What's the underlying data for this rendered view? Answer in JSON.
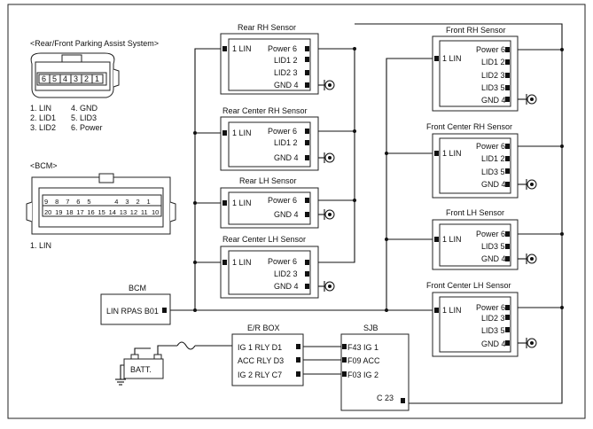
{
  "connector_legend": {
    "title": "<Rear/Front Parking Assist System>",
    "pins": [
      "6",
      "5",
      "4",
      "3",
      "2",
      "1"
    ],
    "items": [
      "1. LIN",
      "2. LID1",
      "3. LID2",
      "4. GND",
      "5. LID3",
      "6. Power"
    ]
  },
  "bcm_legend": {
    "title": "<BCM>",
    "top_pins": [
      "9",
      "8",
      "7",
      "6",
      "5",
      "",
      "4",
      "3",
      "2",
      "1"
    ],
    "bottom_pins": [
      "20",
      "19",
      "18",
      "17",
      "16",
      "15",
      "14",
      "13",
      "12",
      "11",
      "10"
    ],
    "items": [
      "1. LIN"
    ]
  },
  "sensors": {
    "rear_rh": {
      "title": "Rear RH Sensor",
      "left": "1 LIN",
      "pins": [
        "Power 6",
        "LID1 2",
        "LID2 3",
        "GND 4"
      ]
    },
    "rear_center_rh": {
      "title": "Rear Center RH Sensor",
      "left": "1 LIN",
      "pins": [
        "Power 6",
        "LID1 2",
        "GND 4"
      ]
    },
    "rear_lh": {
      "title": "Rear LH Sensor",
      "left": "1 LIN",
      "pins": [
        "Power 6",
        "GND 4"
      ]
    },
    "rear_center_lh": {
      "title": "Rear Center LH Sensor",
      "left": "1 LIN",
      "pins": [
        "Power 6",
        "LID2 3",
        "GND 4"
      ]
    },
    "front_rh": {
      "title": "Front RH Sensor",
      "left": "1 LIN",
      "pins": [
        "Power 6",
        "LID1 2",
        "LID2 3",
        "LID3 5",
        "GND 4"
      ]
    },
    "front_center_rh": {
      "title": "Front Center RH Sensor",
      "left": "1 LIN",
      "pins": [
        "Power 6",
        "LID1 2",
        "LID3 5",
        "GND 4"
      ]
    },
    "front_lh": {
      "title": "Front LH Sensor",
      "left": "1 LIN",
      "pins": [
        "Power 6",
        "LID3 5",
        "GND 4"
      ]
    },
    "front_center_lh": {
      "title": "Front Center LH Sensor",
      "left": "1 LIN",
      "pins": [
        "Power 6",
        "LID2 3",
        "LID3 5",
        "GND 4"
      ]
    }
  },
  "bcm": {
    "title": "BCM",
    "pin": "LIN RPAS B01"
  },
  "er_box": {
    "title": "E/R BOX",
    "pins": [
      "IG 1 RLY D1",
      "ACC RLY D3",
      "IG 2 RLY C7"
    ]
  },
  "sjb": {
    "title": "SJB",
    "pins": [
      "F43 IG 1",
      "F09 ACC",
      "F03 IG 2"
    ],
    "c23": "C 23"
  },
  "battery": {
    "label": "BATT."
  }
}
